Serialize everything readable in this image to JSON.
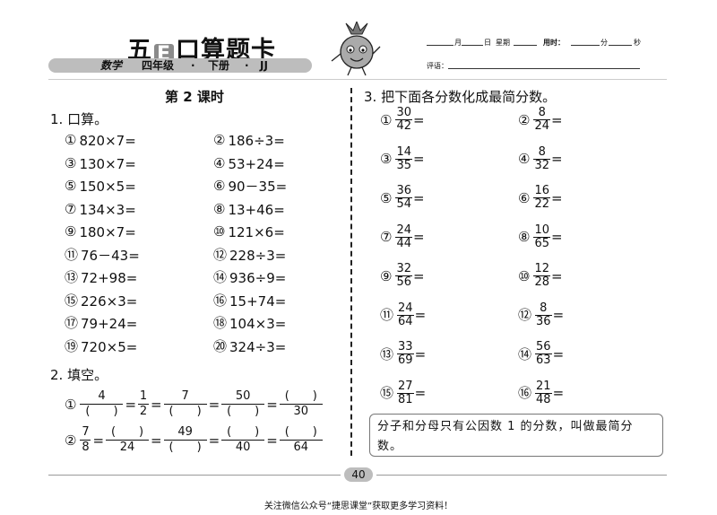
{
  "header": {
    "title_part1": "五",
    "title_e": "E",
    "title_part2": "口算题卡",
    "subject": "数学",
    "grade": "四年级",
    "volume": "下册",
    "edition": "JJ",
    "sep": "·",
    "meta_month": "月",
    "meta_day": "日",
    "meta_weekday": "星期",
    "meta_time": "用时：",
    "meta_min": "分",
    "meta_sec": "秒",
    "meta_eval": "评语："
  },
  "lesson_title": "第 2 课时",
  "section1": {
    "title": "1. 口算。",
    "problems": [
      {
        "n": "1",
        "text": "820×7="
      },
      {
        "n": "2",
        "text": "186÷3="
      },
      {
        "n": "3",
        "text": "130×7="
      },
      {
        "n": "4",
        "text": "53+24="
      },
      {
        "n": "5",
        "text": "150×5="
      },
      {
        "n": "6",
        "text": "90－35="
      },
      {
        "n": "7",
        "text": "134×3="
      },
      {
        "n": "8",
        "text": "13+46="
      },
      {
        "n": "9",
        "text": "180×7="
      },
      {
        "n": "10",
        "text": "121×6="
      },
      {
        "n": "11",
        "text": "76－43="
      },
      {
        "n": "12",
        "text": "228÷3="
      },
      {
        "n": "13",
        "text": "72+98="
      },
      {
        "n": "14",
        "text": "936÷9="
      },
      {
        "n": "15",
        "text": "226×3="
      },
      {
        "n": "16",
        "text": "15+74="
      },
      {
        "n": "17",
        "text": "79+24="
      },
      {
        "n": "18",
        "text": "104×3="
      },
      {
        "n": "19",
        "text": "720×5="
      },
      {
        "n": "20",
        "text": "324÷3="
      }
    ]
  },
  "section2": {
    "title": "2. 填空。",
    "line1": {
      "n": "1",
      "f1": {
        "num": "4",
        "den": "(　　)"
      },
      "f2": {
        "num": "1",
        "den": "2"
      },
      "f3": {
        "num": "7",
        "den": "(　　)"
      },
      "f4": {
        "num": "50",
        "den": "(　　)"
      },
      "f5": {
        "num": "(　　)",
        "den": "30"
      }
    },
    "line2": {
      "n": "2",
      "f1": {
        "num": "7",
        "den": "8"
      },
      "f2": {
        "num": "(　　)",
        "den": "24"
      },
      "f3": {
        "num": "49",
        "den": "(　　)"
      },
      "f4": {
        "num": "(　　)",
        "den": "40"
      },
      "f5": {
        "num": "(　　)",
        "den": "64"
      }
    }
  },
  "section3": {
    "title": "3. 把下面各分数化成最简分数。",
    "fractions": [
      {
        "n": "1",
        "num": "30",
        "den": "42"
      },
      {
        "n": "2",
        "num": "8",
        "den": "24"
      },
      {
        "n": "3",
        "num": "14",
        "den": "35"
      },
      {
        "n": "4",
        "num": "8",
        "den": "32"
      },
      {
        "n": "5",
        "num": "36",
        "den": "54"
      },
      {
        "n": "6",
        "num": "16",
        "den": "22"
      },
      {
        "n": "7",
        "num": "24",
        "den": "44"
      },
      {
        "n": "8",
        "num": "10",
        "den": "65"
      },
      {
        "n": "9",
        "num": "32",
        "den": "56"
      },
      {
        "n": "10",
        "num": "12",
        "den": "28"
      },
      {
        "n": "11",
        "num": "24",
        "den": "64"
      },
      {
        "n": "12",
        "num": "8",
        "den": "36"
      },
      {
        "n": "13",
        "num": "33",
        "den": "69"
      },
      {
        "n": "14",
        "num": "56",
        "den": "63"
      },
      {
        "n": "15",
        "num": "27",
        "den": "81"
      },
      {
        "n": "16",
        "num": "21",
        "den": "48"
      }
    ],
    "note": "分子和分母只有公因数 1 的分数，叫做最简分数。"
  },
  "eq": "=",
  "page_number": "40",
  "footer": "关注微信公众号“捷思课堂”获取更多学习资料！"
}
